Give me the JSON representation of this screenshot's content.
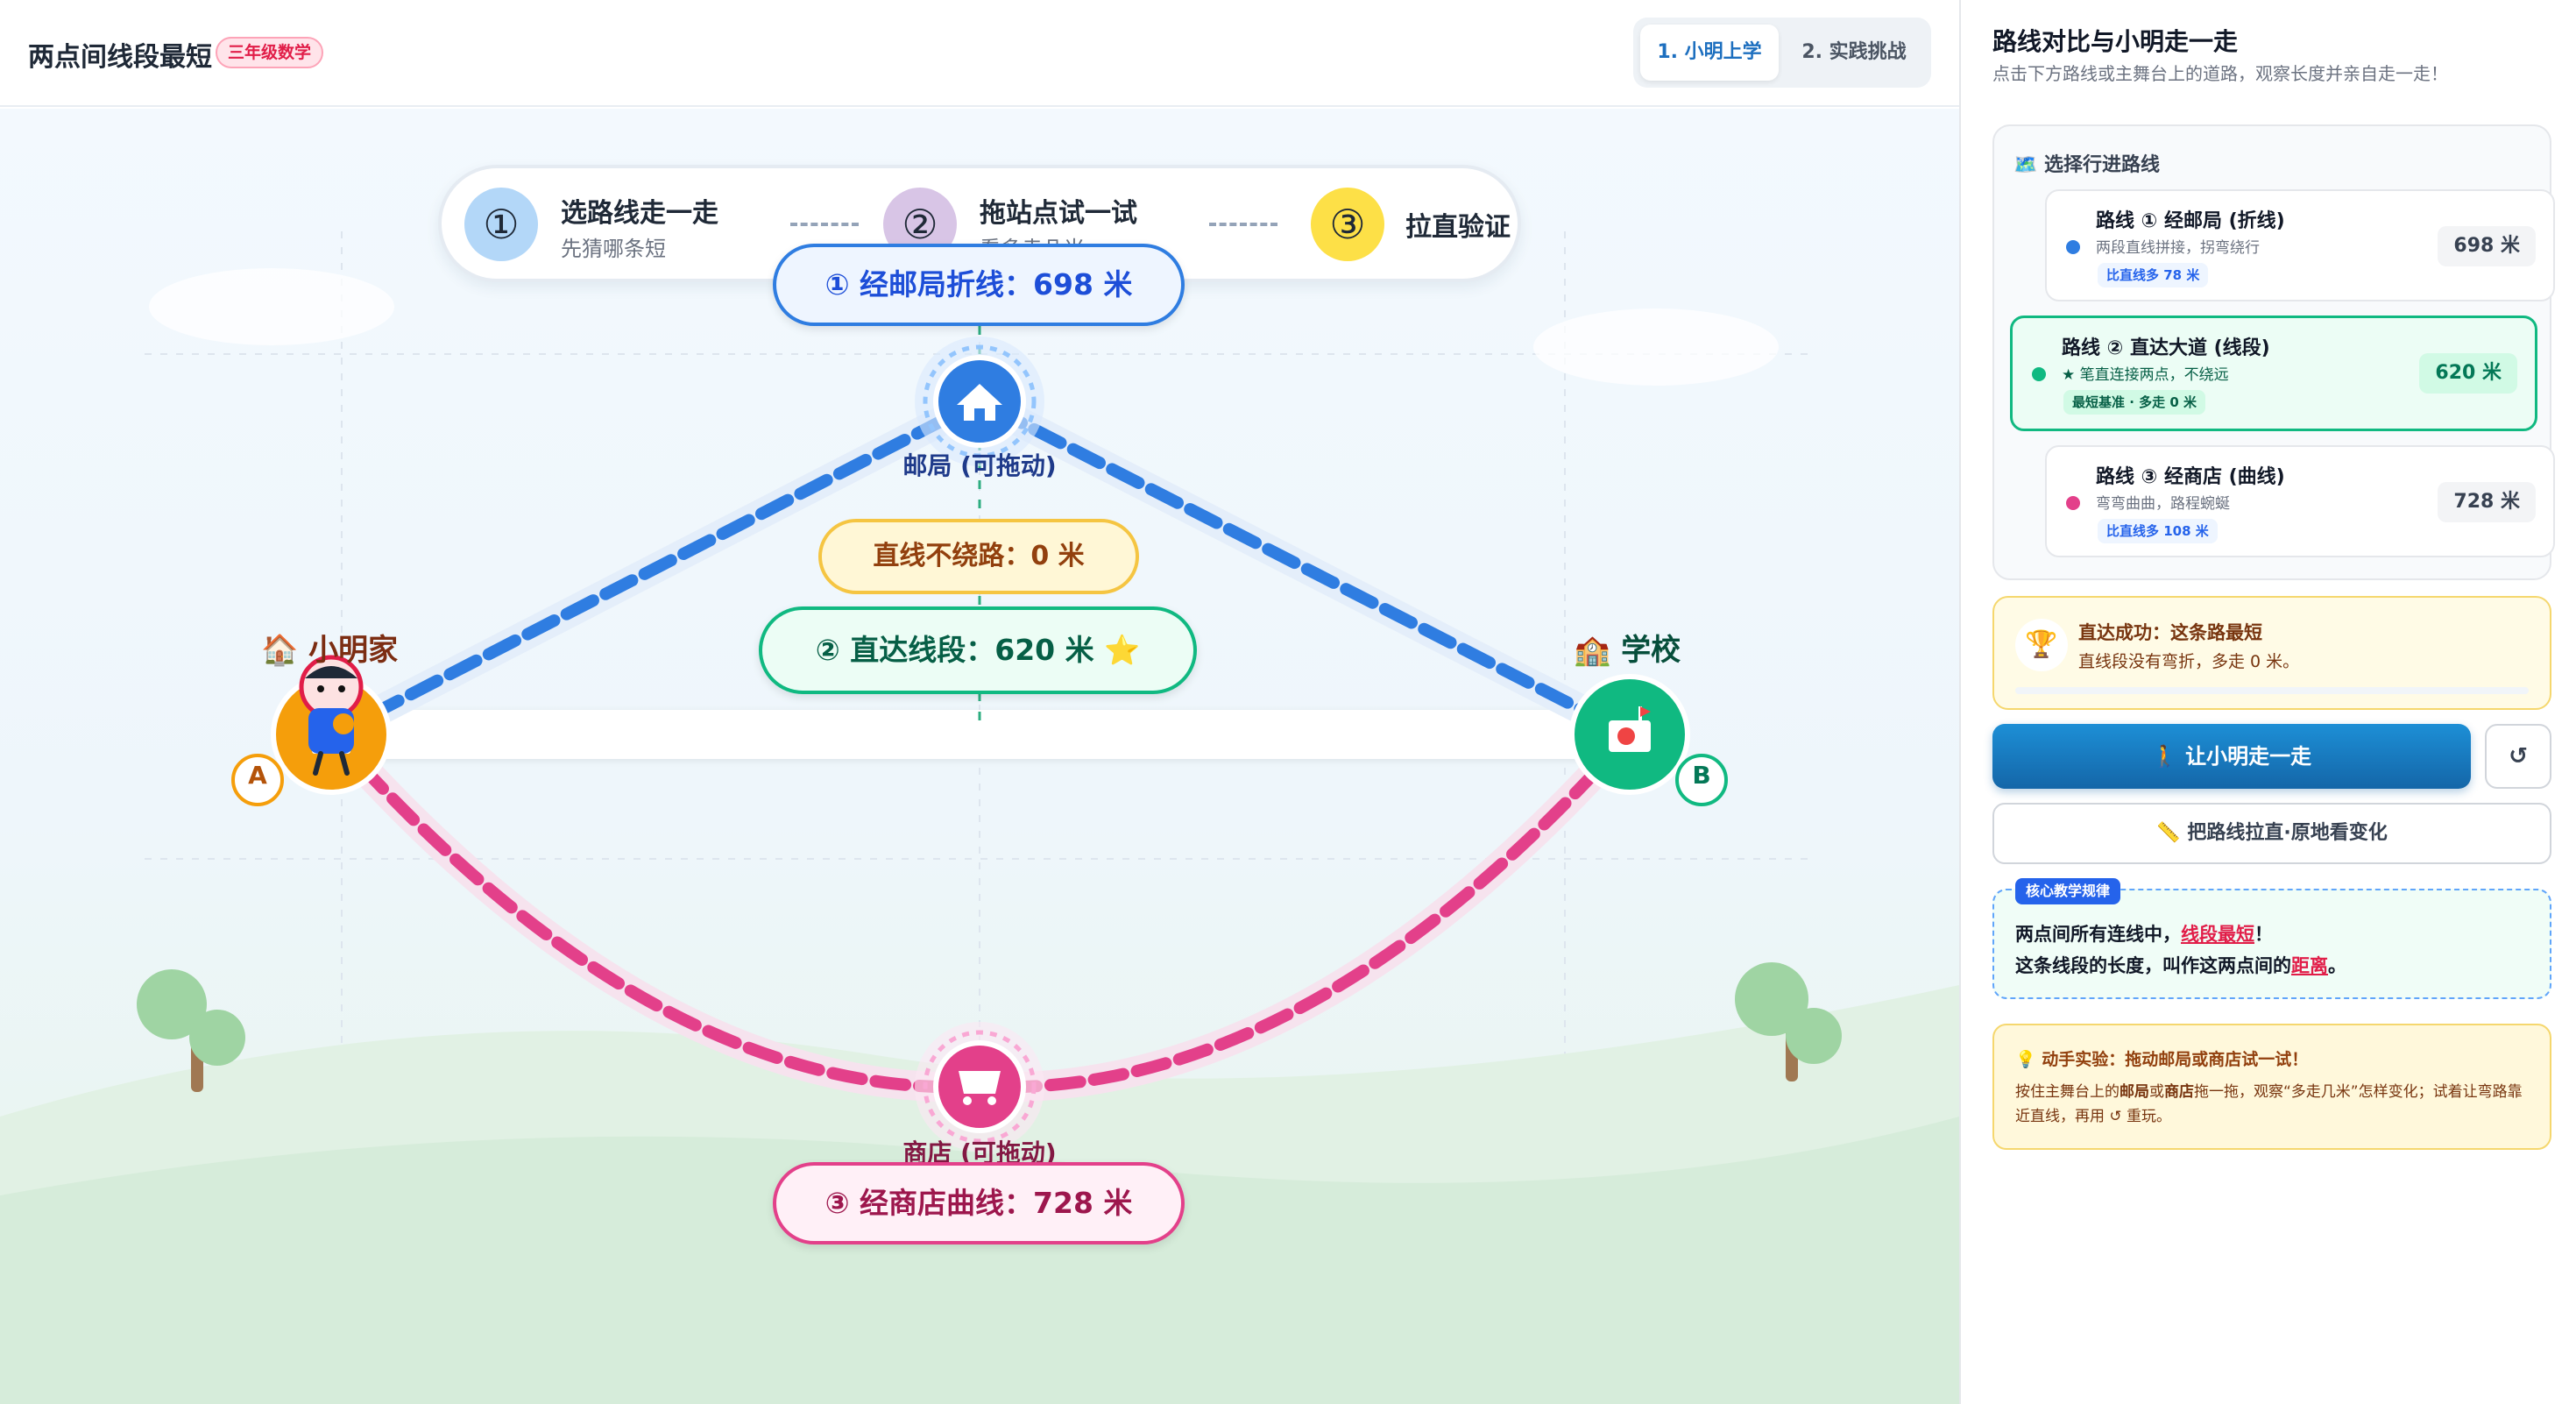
{
  "header": {
    "title": "两点间线段最短",
    "grade_badge": "三年级数学",
    "tabs": [
      {
        "label": "1. 小明上学",
        "active": true
      },
      {
        "label": "2. 实践挑战",
        "active": false
      }
    ]
  },
  "steps": [
    {
      "num": "①",
      "title": "选路线走一走",
      "sub": "先猜哪条短",
      "color": "#b3d7f8"
    },
    {
      "num": "②",
      "title": "拖站点试一试",
      "sub": "看多走几米",
      "color": "#d8c5e6"
    },
    {
      "num": "③",
      "title": "拉直验证",
      "sub": "",
      "color": "#fde047"
    }
  ],
  "stage": {
    "home": {
      "label": "🏠 小明家",
      "letter": "A"
    },
    "school": {
      "label": "🏫 学校",
      "letter": "B"
    },
    "post": {
      "label": "邮局 (可拖动)"
    },
    "shop": {
      "label": "商店 (可拖动)"
    },
    "route1_label": "① 经邮局折线：698 米",
    "route2_label": "② 直达线段：620 米 ⭐",
    "route3_label": "③ 经商店曲线：728 米",
    "detour_label": "直线不绕路：0 米"
  },
  "sidebar": {
    "title": "路线对比与小明走一走",
    "subtitle": "点击下方路线或主舞台上的道路，观察长度并亲自走一走！",
    "routes_heading": "🗺️ 选择行进路线",
    "routes": [
      {
        "title": "路线 ① 经邮局 (折线)",
        "desc": "两段直线拼接，拐弯绕行",
        "badge": "比直线多 78 米",
        "length": "698 米",
        "color": "#2f7de1",
        "selected": false
      },
      {
        "title": "路线 ② 直达大道 (线段)",
        "desc": "★ 笔直连接两点，不绕远",
        "badge": "最短基准 · 多走 0 米",
        "length": "620 米",
        "color": "#10b981",
        "selected": true
      },
      {
        "title": "路线 ③ 经商店 (曲线)",
        "desc": "弯弯曲曲，路程蜿蜒",
        "badge": "比直线多 108 米",
        "length": "728 米",
        "color": "#e3408a",
        "selected": false
      }
    ],
    "result": {
      "icon": "🏆",
      "title": "直达成功：这条路最短",
      "desc": "直线段没有弯折，多走 0 米。",
      "progress": 0
    },
    "walk_button": "🚶 让小明走一走",
    "reset_button": "↺",
    "straighten_button": "📏 把路线拉直·原地看变化",
    "rule": {
      "tag": "核心教学规律",
      "line1_pre": "两点间所有连线中，",
      "line1_hl": "线段最短",
      "line1_post": "！",
      "line2_pre": "这条线段的长度，叫作这两点间的",
      "line2_hl": "距离",
      "line2_post": "。"
    },
    "tip": {
      "title": "💡 动手实验：拖动邮局或商店试一试！",
      "p1": "按住主舞台上的",
      "b1": "邮局",
      "p2": "或",
      "b2": "商店",
      "p3": "拖一拖，观察“多走几米”怎样变化；试着让弯路靠近直线，再用 ↺ 重玩。"
    }
  }
}
